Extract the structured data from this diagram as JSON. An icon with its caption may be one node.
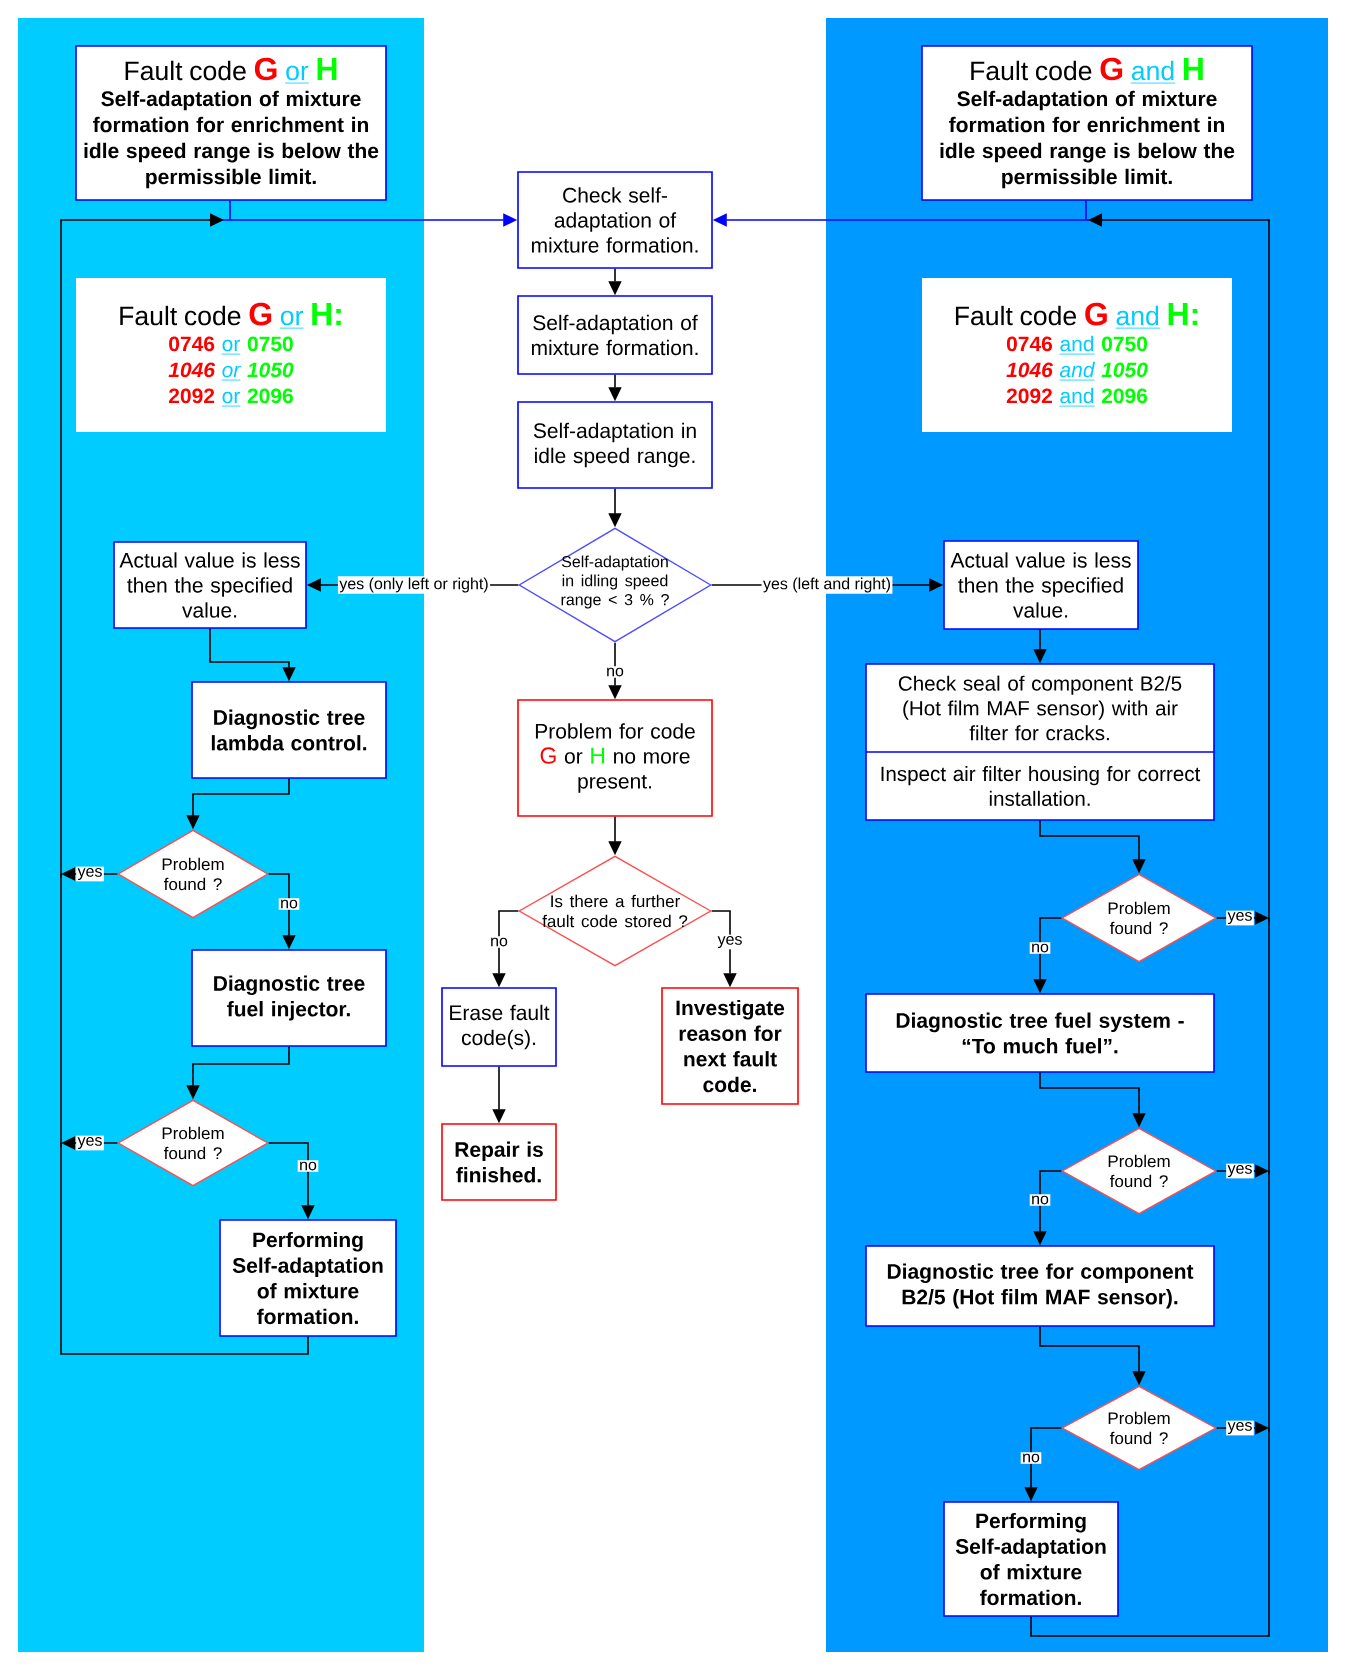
{
  "diagram": {
    "nodes": [
      {
        "text": [
          "Fault code",
          "G",
          "or",
          "H",
          "Self-adaptation of mixture formation for enrichment in idle speed range is below the permissible limit."
        ]
      },
      {
        "text": [
          "Fault code",
          "G",
          "or",
          "H:",
          "0746",
          "or",
          "0750",
          "1046",
          "or",
          "1050",
          "2092",
          "or",
          "2096"
        ]
      },
      {
        "text": [
          "Actual value is less then the specified value."
        ]
      },
      {
        "text": [
          "Diagnostic tree lambda control."
        ]
      },
      {
        "text": [
          "Problem found ?"
        ]
      },
      {
        "text": [
          "Diagnostic tree fuel injector."
        ]
      },
      {
        "text": [
          "Problem found ?"
        ]
      },
      {
        "text": [
          "Performing Self-adaptation of mixture formation."
        ]
      },
      {
        "text": [
          "Check self-adaptation of mixture formation."
        ]
      },
      {
        "text": [
          "Self-adaptation of mixture formation."
        ]
      },
      {
        "text": [
          "Self-adaptation in idle speed range."
        ]
      },
      {
        "text": [
          "Self-adaptation in idling speed range < 3 % ?"
        ]
      },
      {
        "text": [
          "Problem for code",
          "G",
          "or",
          "H",
          "no more present."
        ]
      },
      {
        "text": [
          "Is there a further fault code stored ?"
        ]
      },
      {
        "text": [
          "Erase fault code(s)."
        ]
      },
      {
        "text": [
          "Repair is finished."
        ]
      },
      {
        "text": [
          "Investigate reason for next fault code."
        ]
      },
      {
        "text": [
          "Fault code",
          "G",
          "and",
          "H",
          "Self-adaptation of mixture formation for enrichment in idle speed range is below the permissible limit."
        ]
      },
      {
        "text": [
          "Fault code",
          "G",
          "and",
          "H:",
          "0746",
          "and",
          "0750",
          "1046",
          "and",
          "1050",
          "2092",
          "and",
          "2096"
        ]
      },
      {
        "text": [
          "Actual value is less then the specified value."
        ]
      },
      {
        "text": [
          "Check seal of component B2/5 (Hot film MAF sensor) with air filter for cracks.",
          "Inspect air filter housing for correct installation."
        ]
      },
      {
        "text": [
          "Problem found ?"
        ]
      },
      {
        "text": [
          "Diagnostic tree fuel system - “To much fuel”."
        ]
      },
      {
        "text": [
          "Problem found ?"
        ]
      },
      {
        "text": [
          "Diagnostic tree for component B2/5 (Hot film MAF sensor)."
        ]
      },
      {
        "text": [
          "Problem found ?"
        ]
      },
      {
        "text": [
          "Performing Self-adaptation of mixture formation."
        ]
      }
    ],
    "edges": [
      {
        "from": 0,
        "to": 8,
        "arrow": "to",
        "color": "#0000ff"
      },
      {
        "from": 17,
        "to": 8,
        "arrow": "to",
        "color": "#0000ff"
      },
      {
        "from": 8,
        "to": 9,
        "arrow": "to"
      },
      {
        "from": 9,
        "to": 10,
        "arrow": "to"
      },
      {
        "from": 10,
        "to": 11,
        "arrow": "to"
      },
      {
        "from": 11,
        "to": 2,
        "arrow": "to",
        "label": "yes (only left or right)"
      },
      {
        "from": 11,
        "to": 19,
        "arrow": "to",
        "label": "yes (left and right)"
      },
      {
        "from": 11,
        "to": 12,
        "arrow": "to",
        "label": "no"
      },
      {
        "from": 12,
        "to": 13,
        "arrow": "to"
      },
      {
        "from": 13,
        "to": 14,
        "arrow": "to",
        "label": "no"
      },
      {
        "from": 13,
        "to": 16,
        "arrow": "to",
        "label": "yes"
      },
      {
        "from": 14,
        "to": 15,
        "arrow": "to"
      },
      {
        "from": 2,
        "to": 3,
        "arrow": "to"
      },
      {
        "from": 3,
        "to": 4,
        "arrow": "to"
      },
      {
        "from": 4,
        "to": 5,
        "arrow": "to",
        "label": "no"
      },
      {
        "from": 4,
        "to": 8,
        "arrow": "to",
        "label": "yes"
      },
      {
        "from": 5,
        "to": 6,
        "arrow": "to"
      },
      {
        "from": 6,
        "to": 7,
        "arrow": "to",
        "label": "no"
      },
      {
        "from": 6,
        "to": 8,
        "arrow": "to",
        "label": "yes"
      },
      {
        "from": 7,
        "to": 8,
        "arrow": "to"
      },
      {
        "from": 19,
        "to": 20,
        "arrow": "to"
      },
      {
        "from": 20,
        "to": 21,
        "arrow": "to"
      },
      {
        "from": 21,
        "to": 22,
        "arrow": "to",
        "label": "no"
      },
      {
        "from": 21,
        "to": 8,
        "arrow": "to",
        "label": "yes"
      },
      {
        "from": 22,
        "to": 23,
        "arrow": "to"
      },
      {
        "from": 23,
        "to": 24,
        "arrow": "to",
        "label": "no"
      },
      {
        "from": 23,
        "to": 8,
        "arrow": "to",
        "label": "yes"
      },
      {
        "from": 24,
        "to": 25,
        "arrow": "to"
      },
      {
        "from": 25,
        "to": 26,
        "arrow": "to",
        "label": "no"
      },
      {
        "from": 25,
        "to": 8,
        "arrow": "to",
        "label": "yes"
      },
      {
        "from": 26,
        "to": 8,
        "arrow": "to"
      }
    ]
  }
}
